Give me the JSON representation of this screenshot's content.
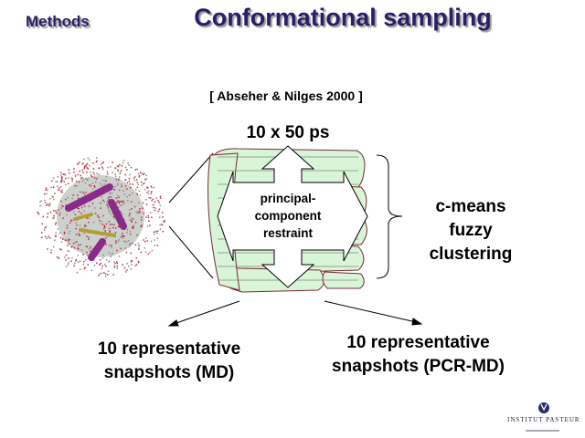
{
  "header": {
    "section": "Methods",
    "title": "Conformational sampling"
  },
  "citation": "[ Abseher & Nilges 2000 ]",
  "simulation_label": "10 x 50 ps",
  "restraint_label": [
    "principal-",
    "component",
    "restraint"
  ],
  "clustering_label": [
    "c-means",
    "fuzzy",
    "clustering"
  ],
  "outputs": {
    "md": [
      "10 representative",
      "snapshots (MD)"
    ],
    "pcr_md": "10 representative snapshots (PCR-MD)"
  },
  "logo": {
    "text": "INSTITUT PASTEUR"
  },
  "colors": {
    "title": "#2a1f66",
    "blob_fill": "#d8f5d8",
    "blob_stroke": "#7a2a3a"
  }
}
